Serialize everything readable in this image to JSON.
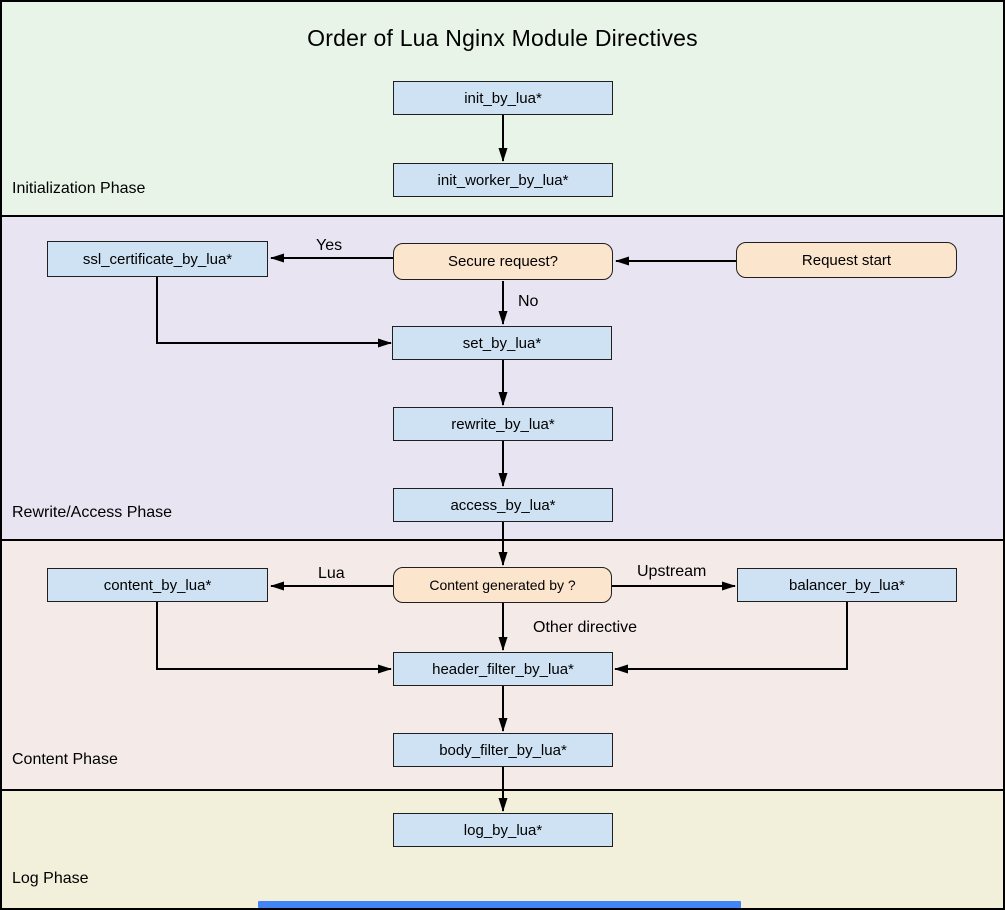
{
  "title": "Order of Lua Nginx Module Directives",
  "phases": [
    {
      "id": "initialization",
      "label": "Initialization Phase"
    },
    {
      "id": "rewrite_access",
      "label": "Rewrite/Access Phase"
    },
    {
      "id": "content",
      "label": "Content Phase"
    },
    {
      "id": "log",
      "label": "Log Phase"
    }
  ],
  "nodes": {
    "init_by_lua": "init_by_lua*",
    "init_worker_by_lua": "init_worker_by_lua*",
    "ssl_certificate_by_lua": "ssl_certificate_by_lua*",
    "secure_request": "Secure request?",
    "request_start": "Request start",
    "set_by_lua": "set_by_lua*",
    "rewrite_by_lua": "rewrite_by_lua*",
    "access_by_lua": "access_by_lua*",
    "content_by_lua": "content_by_lua*",
    "content_generated_by": "Content generated by ?",
    "balancer_by_lua": "balancer_by_lua*",
    "header_filter_by_lua": "header_filter_by_lua*",
    "body_filter_by_lua": "body_filter_by_lua*",
    "log_by_lua": "log_by_lua*"
  },
  "edge_labels": {
    "yes": "Yes",
    "no": "No",
    "lua": "Lua",
    "upstream": "Upstream",
    "other_directive": "Other directive"
  },
  "colors": {
    "band_initialization": "#e9f4e8",
    "band_rewrite_access": "#e9e4f2",
    "band_content": "#f4eae7",
    "band_log": "#f2f0da",
    "process_box_fill": "#cfe2f3",
    "decision_box_fill": "#fce5cd",
    "line_and_border": "#000000",
    "scrollbar_thumb": "#4285f4"
  }
}
